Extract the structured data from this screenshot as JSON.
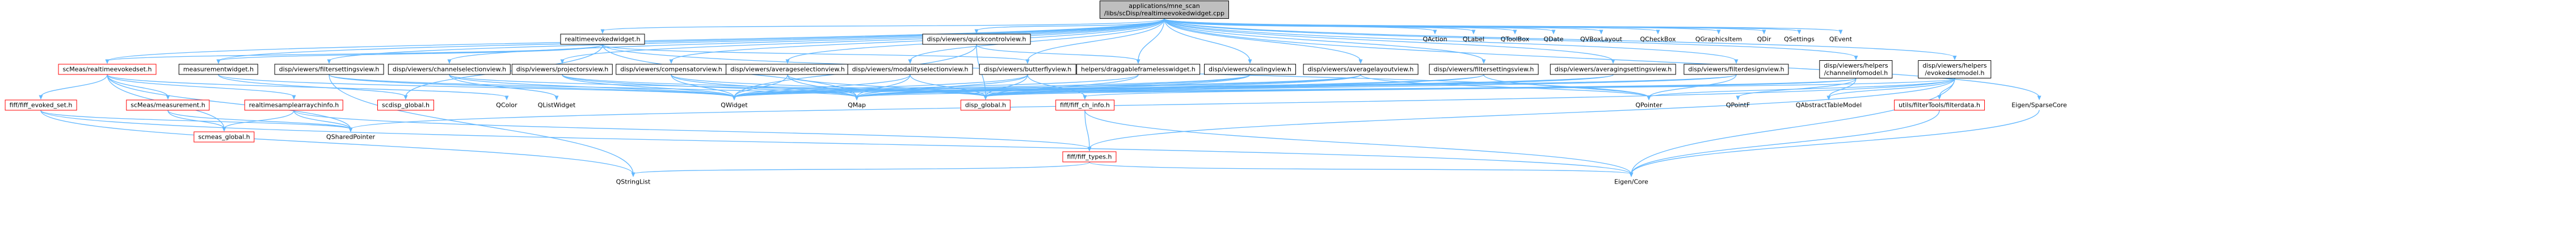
{
  "diagram": {
    "root": {
      "lines": [
        "applications/mne_scan",
        "/libs/scDisp/realtimeevokedwidget.cpp"
      ]
    },
    "nodes": {
      "realtimeevokedwidget_h": "realtimeevokedwidget.h",
      "quickcontrolview": "disp/viewers/quickcontrolview.h",
      "scmeas_rte": "scMeas/realtimeevokedset.h",
      "measurementwidget": "measurementwidget.h",
      "filterviewsettings": "disp/viewers/filtersettingsview.h",
      "channelselectionview": "disp/viewers/channelselectionview.h",
      "projectorsview": "disp/viewers/projectorsview.h",
      "compensatorview": "disp/viewers/compensatorview.h",
      "averageselectionview": "disp/viewers/averageselectionview.h",
      "modalityselectionview": "disp/viewers/modalityselectionview.h",
      "butterflyview": "disp/viewers/butterflyview.h",
      "draggable": "helpers/draggableframelesswidget.h",
      "scalingview": "disp/viewers/scalingview.h",
      "averagelayoutview": "disp/viewers/averagelayoutview.h",
      "filtersettingsview": "disp/viewers/filtersettingsview.h",
      "averagingsettingsview": "disp/viewers/averagingsettingsview.h",
      "filterdesignview": "disp/viewers/filterdesignview.h",
      "channelinfomodel": {
        "lines": [
          "disp/viewers/helpers",
          "/channelinfomodel.h"
        ]
      },
      "evokedsetmodel": {
        "lines": [
          "disp/viewers/helpers",
          "/evokedsetmodel.h"
        ]
      },
      "fiff_evoked_set": "fiff/fiff_evoked_set.h",
      "scmeas_measurement": "scMeas/measurement.h",
      "realtimesamplearraychinfo": "realtimesamplearraychinfo.h",
      "scdisp_global": "scdisp_global.h",
      "qcolor": "QColor",
      "qlistwidget": "QListWidget",
      "qwidget": "QWidget",
      "qmap": "QMap",
      "disp_global": "disp_global.h",
      "fiff_ch_info": "fiff/fiff_ch_info.h",
      "qpointer": "QPointer",
      "qpointf": "QPointF",
      "qabstracttablemodel": "QAbstractTableModel",
      "filterdata": "utils/filterTools/filterdata.h",
      "eigen_sparse": "Eigen/SparseCore",
      "qsharedpointer": "QSharedPointer",
      "scmeas_global": "scmeas_global.h",
      "fiff_types": "fiff/fiff_types.h",
      "qstringlist": "QStringList",
      "eigen_core": "Eigen/Core",
      "qaction": "QAction",
      "qlabel": "QLabel",
      "qtoolbox": "QToolBox",
      "qdate": "QDate",
      "qvboxlayout": "QVBoxLayout",
      "qcheckbox": "QCheckBox",
      "qgraphicsitem": "QGraphicsItem",
      "qdir": "QDir",
      "qsettings": "QSettings",
      "qevent": "QEvent"
    }
  }
}
